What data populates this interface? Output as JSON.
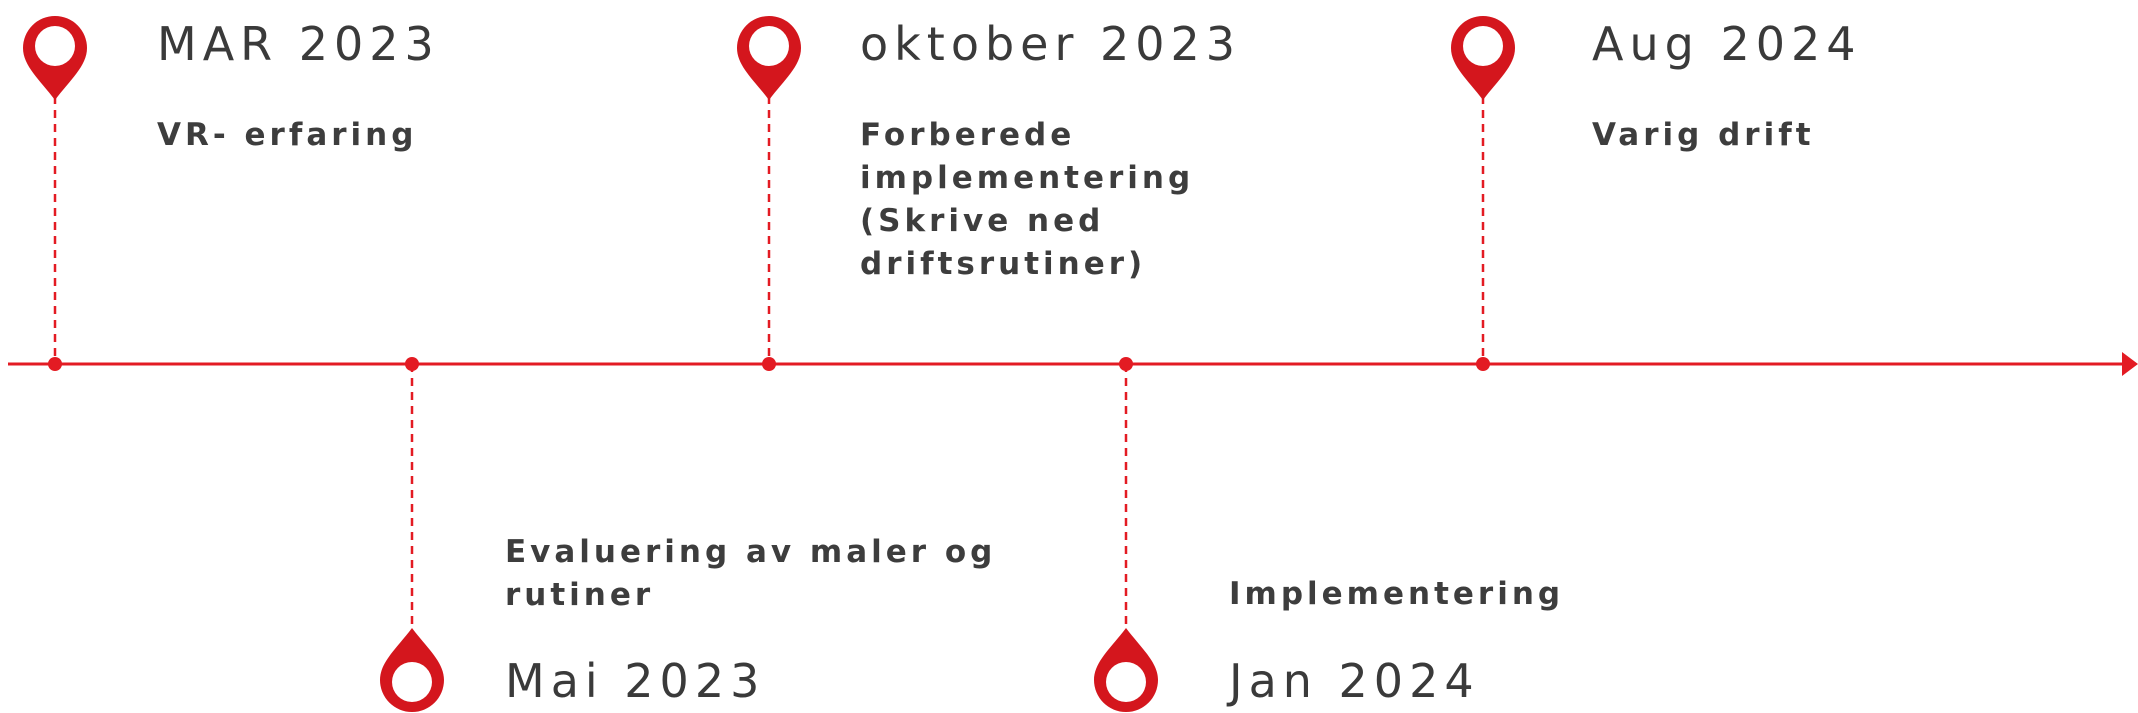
{
  "colors": {
    "accent": "#e31b23",
    "accent_dark": "#b5141b",
    "text": "#3a3a3a"
  },
  "milestones": [
    {
      "date": "MAR 2023",
      "text": "VR- erfaring",
      "side": "top"
    },
    {
      "date": "Mai 2023",
      "text": "Evaluering av maler og rutiner",
      "side": "bottom"
    },
    {
      "date": "oktober 2023",
      "text": "Forberede implementering (Skrive ned driftsrutiner)",
      "side": "top"
    },
    {
      "date": "Jan 2024",
      "text": "Implementering",
      "side": "bottom"
    },
    {
      "date": "Aug 2024",
      "text": "Varig drift",
      "side": "top"
    }
  ]
}
